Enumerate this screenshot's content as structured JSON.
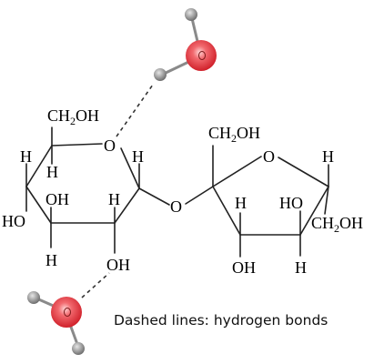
{
  "caption": "Dashed lines: hydrogen bonds",
  "colors": {
    "oxygen": "#e8313a",
    "hydrogen": "#8d8d8d",
    "bond": "#222222"
  },
  "glucose": {
    "ch2oh_top": "CH2OH",
    "ring_o": "O",
    "h_c1": "H",
    "h_c5": "H",
    "h_c4": "H",
    "oh_c3": "OH",
    "h_c2": "H",
    "ho_c4": "HO",
    "h_c3": "H",
    "oh_c2": "OH"
  },
  "glycosidic_o": "O",
  "fructose": {
    "ch2oh_top": "CH2OH",
    "ring_o": "O",
    "h_c5": "H",
    "h_c3": "H",
    "ho_c4": "HO",
    "ch2oh_right": "CH2OH",
    "oh_c3": "OH",
    "h_c4": "H"
  }
}
